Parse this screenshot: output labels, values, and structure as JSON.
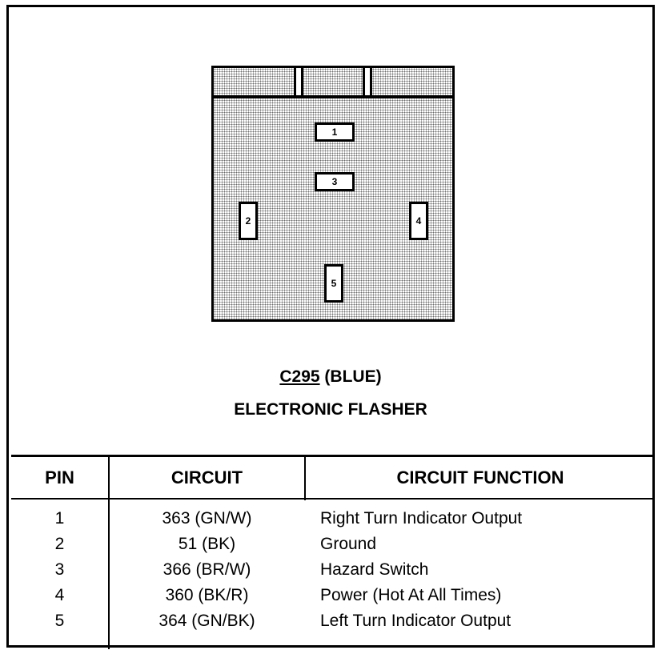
{
  "connector": {
    "pins": [
      {
        "id": "pin-1",
        "label": "1"
      },
      {
        "id": "pin-3",
        "label": "3"
      },
      {
        "id": "pin-2",
        "label": "2"
      },
      {
        "id": "pin-4",
        "label": "4"
      },
      {
        "id": "pin-5",
        "label": "5"
      }
    ]
  },
  "caption": {
    "connector_id": "C295",
    "color": " (BLUE)",
    "component": "ELECTRONIC FLASHER"
  },
  "table": {
    "headers": {
      "pin": "PIN",
      "circuit": "CIRCUIT",
      "function": "CIRCUIT FUNCTION"
    },
    "rows": [
      {
        "pin": "1",
        "circuit": "363 (GN/W)",
        "function": "Right Turn Indicator Output"
      },
      {
        "pin": "2",
        "circuit": "51 (BK)",
        "function": "Ground"
      },
      {
        "pin": "3",
        "circuit": "366 (BR/W)",
        "function": "Hazard Switch"
      },
      {
        "pin": "4",
        "circuit": "360 (BK/R)",
        "function": "Power (Hot At All Times)"
      },
      {
        "pin": "5",
        "circuit": "364 (GN/BK)",
        "function": "Left Turn Indicator Output"
      }
    ]
  }
}
